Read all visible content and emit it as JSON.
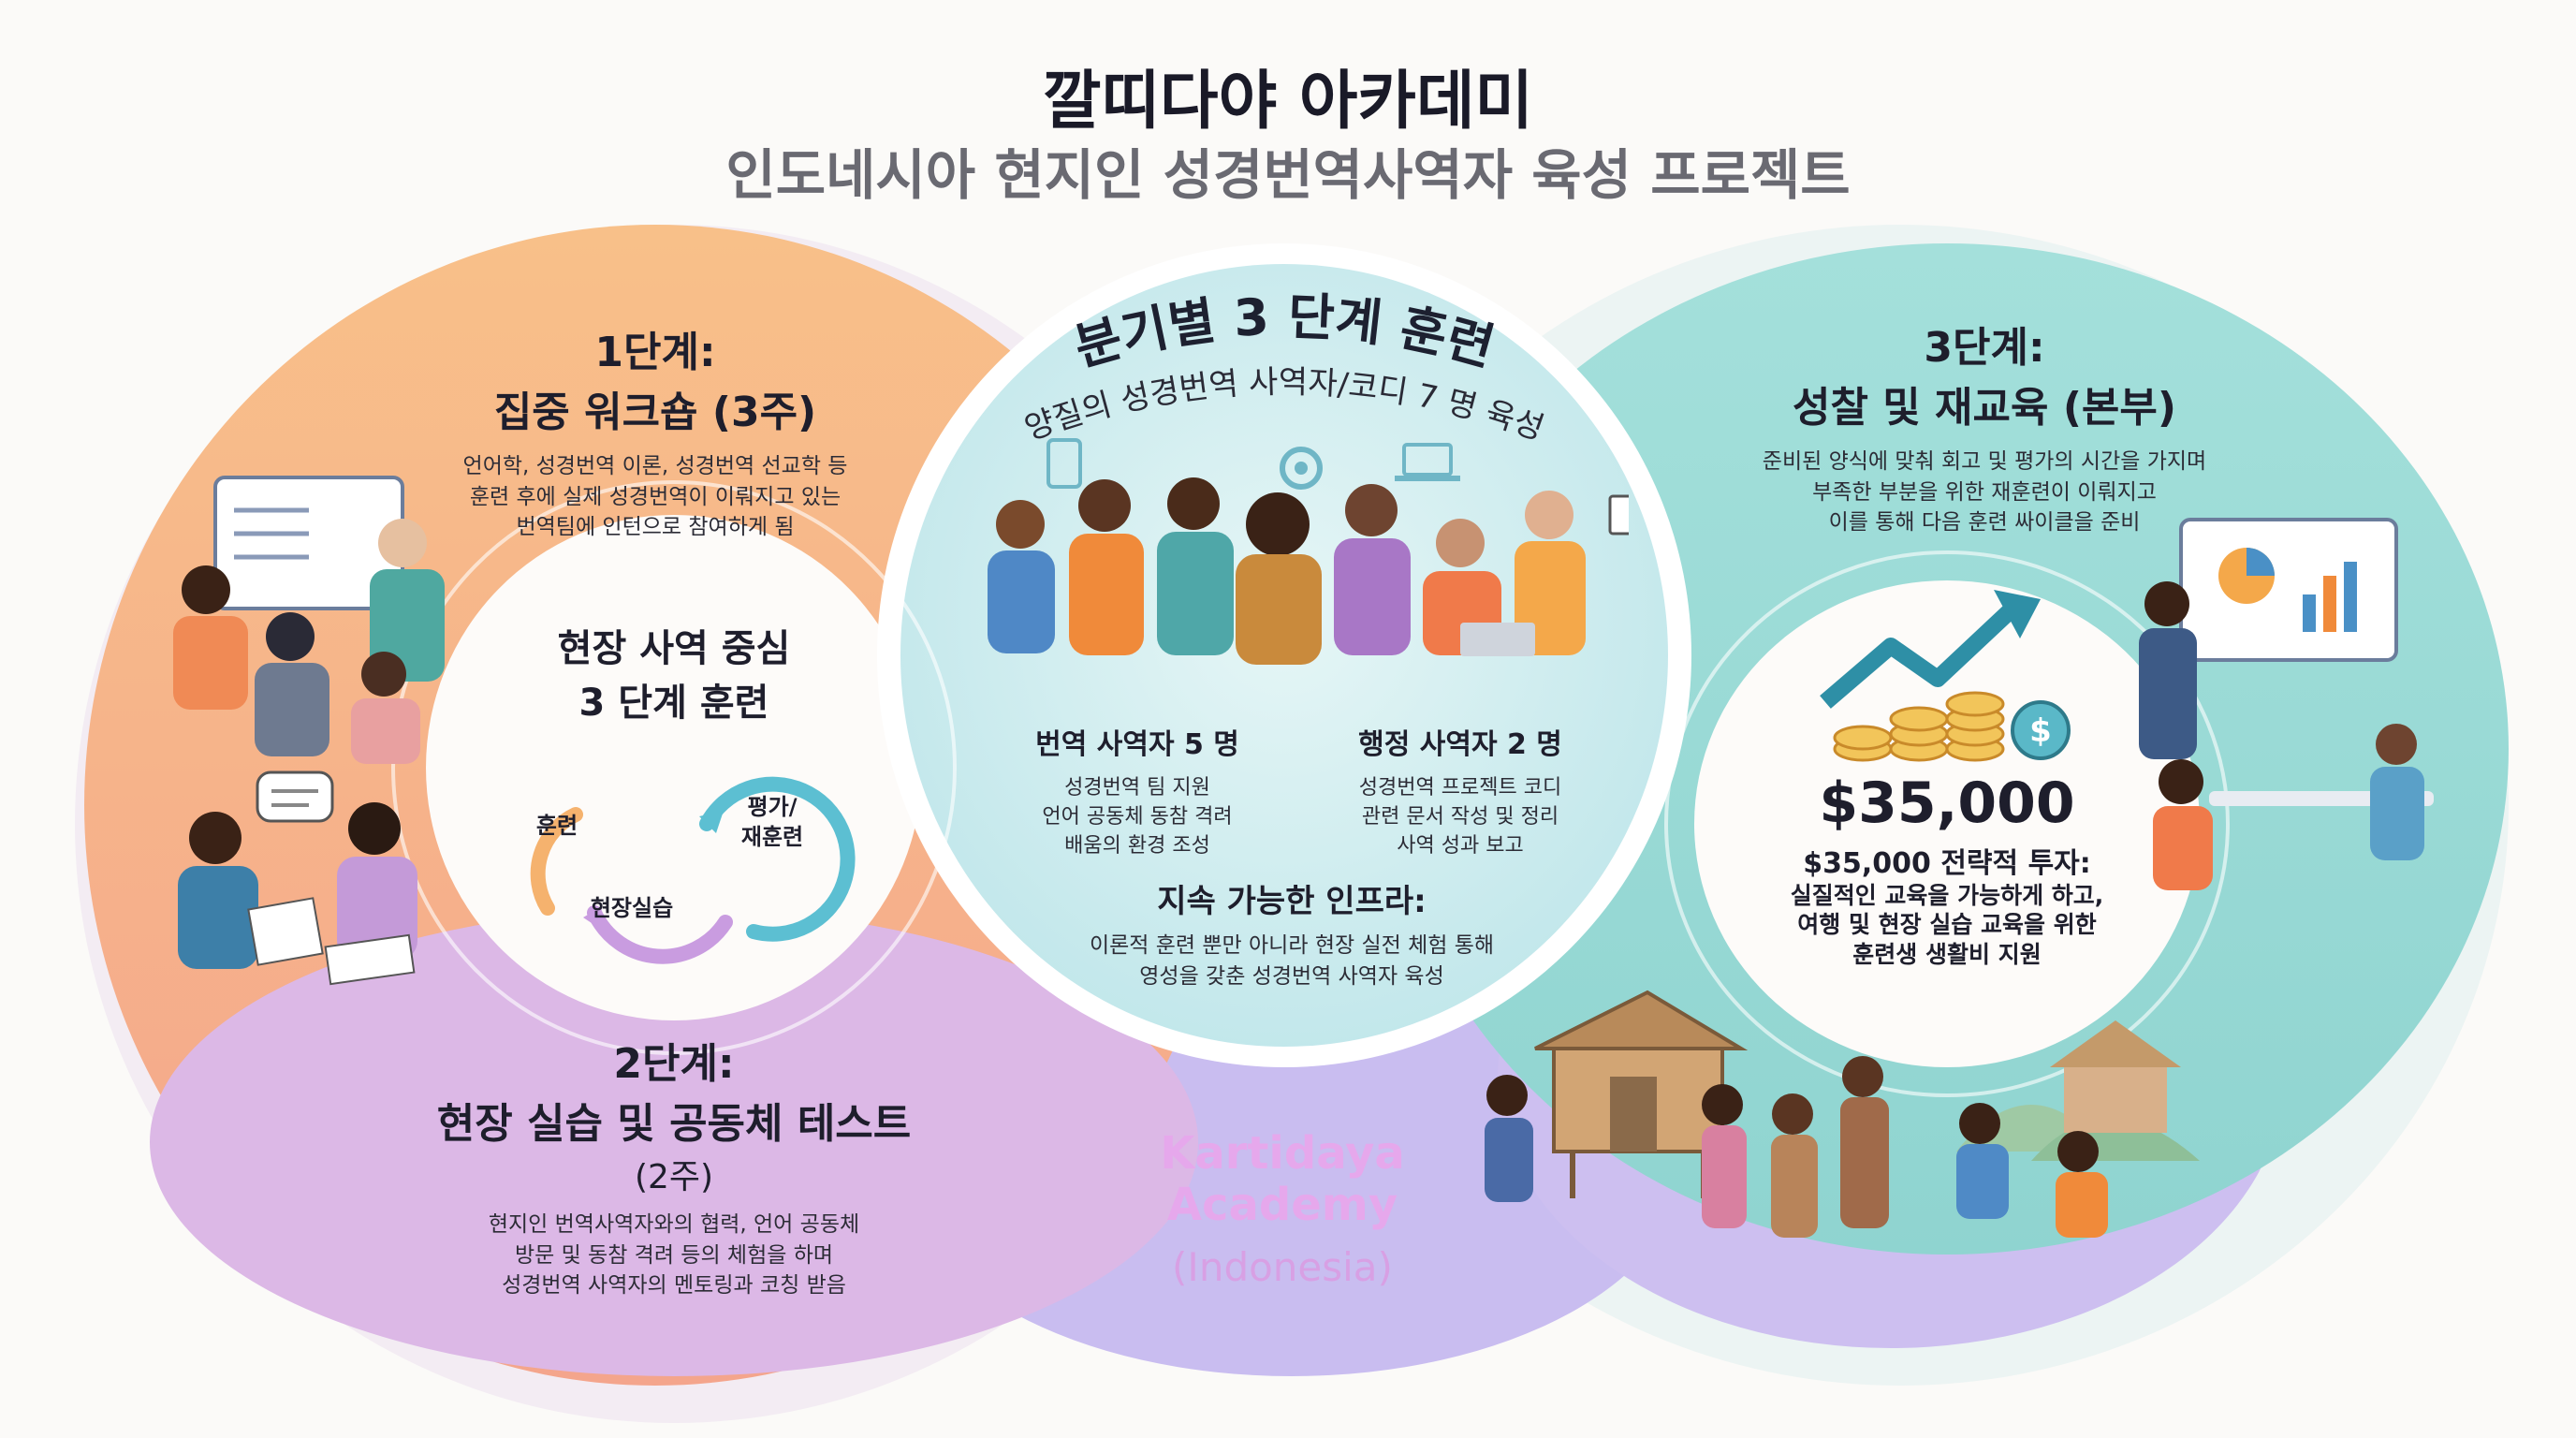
{
  "header": {
    "title": "깔띠다야 아카데미",
    "subtitle": "인도네시아 현지인 성경번역사역자 육성 프로젝트"
  },
  "center": {
    "title": "분기별 3 단계 훈련",
    "subtitle": "양질의 성경번역 사역자/코디 7 명 육성",
    "col_left": {
      "heading": "번역 사역자 5 명",
      "lines": [
        "성경번역 팀 지원",
        "언어 공동체 동참 격려",
        "배움의 환경 조성"
      ]
    },
    "col_right": {
      "heading": "행정 사역자 2 명",
      "lines": [
        "성경번역 프로젝트 코디",
        "관련 문서 작성 및 정리",
        "사역 성과 보고"
      ]
    },
    "infra": {
      "heading": "지속 가능한 인프라:",
      "lines": [
        "이론적 훈련 뿐만 아니라 현장 실전 체험 통해",
        "영성을 갖춘 성경번역 사역자 육성"
      ]
    }
  },
  "stage1": {
    "heading_1": "1단계:",
    "heading_2": "집중 워크숍 (3주)",
    "lines": [
      "언어학, 성경번역 이론, 성경번역 선교학 등",
      "훈련 후에 실제 성경번역이 이뤄지고 있는",
      "번역팀에 인턴으로 참여하게 됨"
    ]
  },
  "stage2": {
    "heading_1": "2단계:",
    "heading_2": "현장 실습 및 공동체 테스트",
    "heading_3": "(2주)",
    "lines": [
      "현지인 번역사역자와의 협력, 언어 공동체",
      "방문 및 동참 격려 등의 체험을 하며",
      "성경번역 사역자의 멘토링과 코칭 받음"
    ]
  },
  "stage3": {
    "heading_1": "3단계:",
    "heading_2": "성찰 및 재교육 (본부)",
    "lines": [
      "준비된 양식에 맞춰 회고 및 평가의 시간을 가지며",
      "부족한 부분을 위한 재훈련이 이뤄지고",
      "이를 통해 다음 훈련 싸이클을 준비"
    ]
  },
  "cycle": {
    "title_1": "현장 사역 중심",
    "title_2": "3 단계 훈련",
    "step_training": "훈련",
    "step_practice": "현장실습",
    "step_eval_1": "평가/",
    "step_eval_2": "재훈련"
  },
  "investment": {
    "amount": "$35,000",
    "heading": "$35,000 전략적 투자:",
    "lines": [
      "실질적인 교육을 가능하게 하고,",
      "여행 및 현장 실습 교육을 위한",
      "훈련생 생활비 지원"
    ]
  },
  "brand": {
    "line_1": "Kartidaya",
    "line_2": "Academy",
    "line_3": "(Indonesia)"
  },
  "colors": {
    "orange": "#f7c08f",
    "purple": "#d9b5e6",
    "teal": "#9fdcd6",
    "lavender": "#c5b6ef",
    "center_fill": "#d6eef0",
    "brand_pink": "#e8a8e8"
  },
  "icons": [
    "gear-icon",
    "tablet-icon",
    "laptop-icon",
    "document-icon",
    "growth-chart-icon",
    "coins-icon",
    "dollar-icon",
    "speech-bubble-icon"
  ]
}
